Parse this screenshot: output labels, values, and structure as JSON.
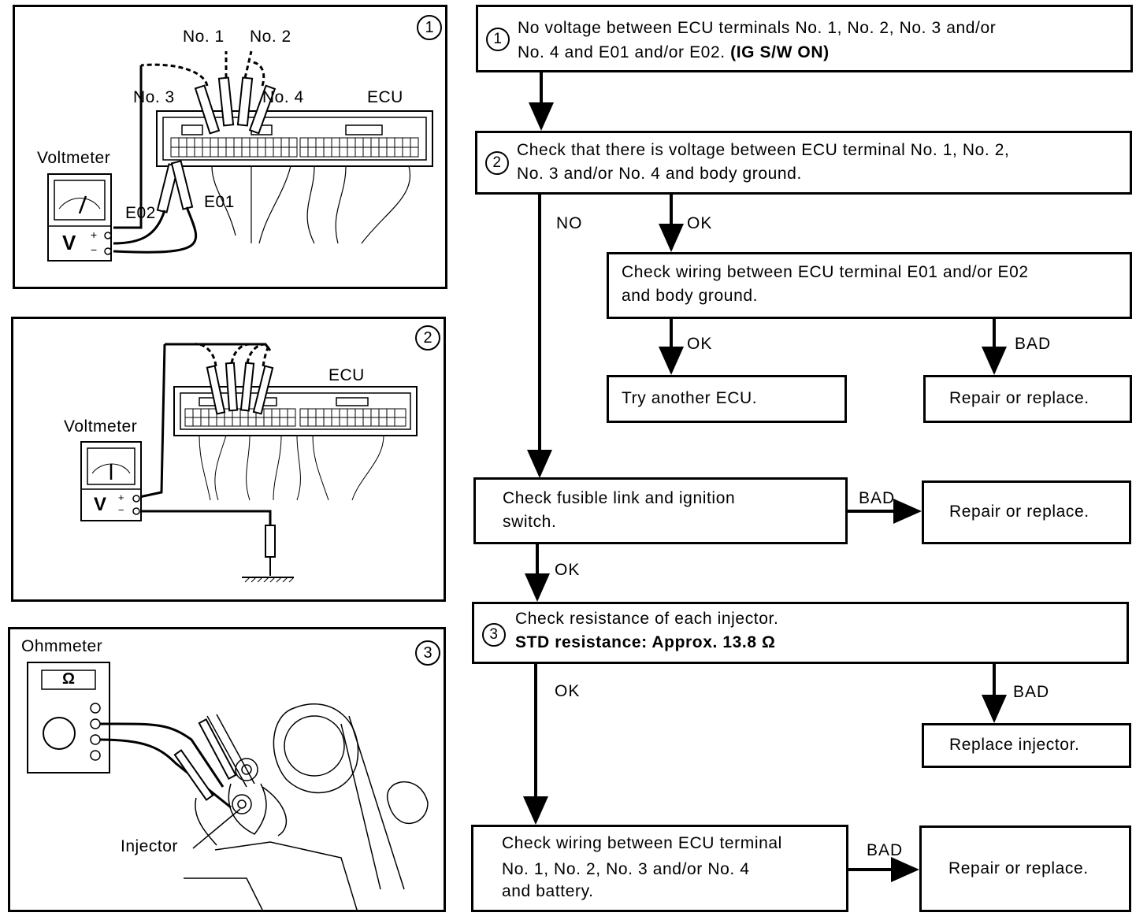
{
  "figures": {
    "fig1": {
      "number": "1",
      "labels": {
        "no1": "No. 1",
        "no2": "No. 2",
        "no3": "No. 3",
        "no4": "No. 4",
        "ecu": "ECU",
        "voltmeter": "Voltmeter",
        "e02": "E02",
        "e01": "E01",
        "v": "V",
        "plus": "+",
        "minus": "−"
      }
    },
    "fig2": {
      "number": "2",
      "labels": {
        "ecu": "ECU",
        "voltmeter": "Voltmeter",
        "v": "V",
        "plus": "+",
        "minus": "−"
      }
    },
    "fig3": {
      "number": "3",
      "labels": {
        "ohmmeter": "Ohmmeter",
        "omega": "Ω",
        "injector": "Injector"
      }
    }
  },
  "flowchart": {
    "step1": {
      "number": "1",
      "line1": "No voltage between ECU terminals No. 1, No. 2, No. 3 and/or",
      "line2_plain": "No. 4 and E01 and/or  E02.",
      "line2_bold": "(IG S/W ON)"
    },
    "step2": {
      "number": "2",
      "line1": "Check that there is voltage between ECU terminal No. 1, No. 2,",
      "line2": "No. 3 and/or No. 4 and body ground."
    },
    "check_ground": {
      "line1": "Check wiring between ECU terminal E01 and/or E02",
      "line2": "and body ground."
    },
    "try_ecu": "Try another ECU.",
    "repair1": "Repair or replace.",
    "check_fusible": {
      "line1": "Check fusible link and ignition",
      "line2": "switch."
    },
    "repair2": "Repair or replace.",
    "step3": {
      "number": "3",
      "line1": "Check resistance of each injector.",
      "line2": "STD resistance:  Approx. 13.8 Ω"
    },
    "replace_injector": "Replace injector.",
    "check_battery": {
      "line1": "Check wiring between ECU  terminal",
      "line2": "No. 1, No. 2, No. 3 and/or No. 4",
      "line3": "and battery."
    },
    "repair3": "Repair or replace.",
    "edges": {
      "no": "NO",
      "ok_a": "OK",
      "ok_b": "OK",
      "bad_a": "BAD",
      "bad_b": "BAD",
      "ok_c": "OK",
      "ok_d": "OK",
      "bad_c": "BAD",
      "bad_d": "BAD"
    }
  }
}
